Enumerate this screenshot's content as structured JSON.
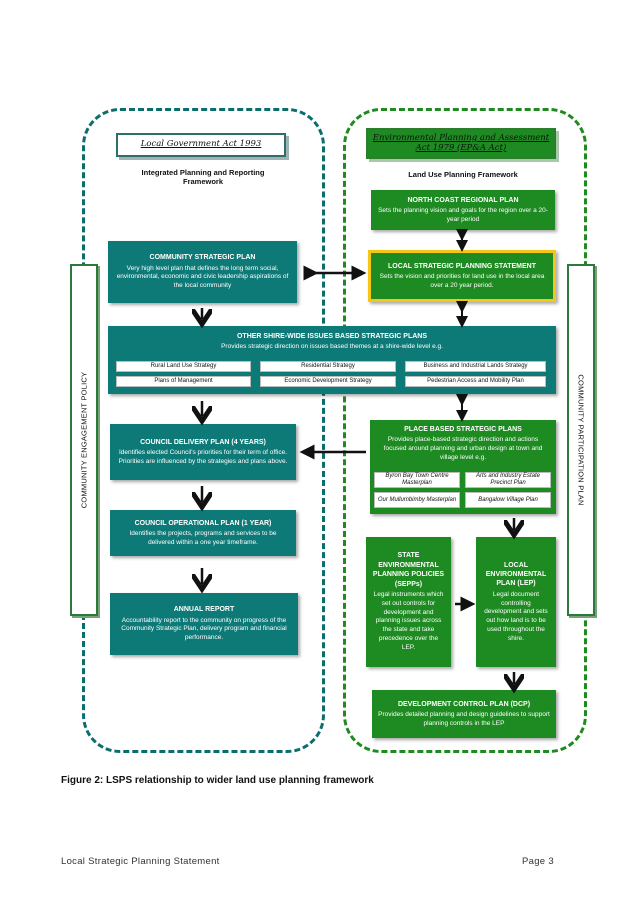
{
  "left_frame": {
    "act_title": "Local Government Act 1993",
    "framework_label": "Integrated Planning and Reporting Framework",
    "side_label": "COMMUNITY ENGAGEMENT POLICY"
  },
  "right_frame": {
    "act_title": "Environmental Planning and Assessment Act 1979 (EP&A Act)",
    "framework_label": "Land Use Planning Framework",
    "side_label": "COMMUNITY PARTICIPATION PLAN"
  },
  "boxes": {
    "csp": {
      "title": "COMMUNITY STRATEGIC PLAN",
      "body": "Very high level plan that defines the long term social, environmental, economic and civic leadership aspirations of the local community"
    },
    "ncrp": {
      "title": "NORTH COAST REGIONAL PLAN",
      "body": "Sets the planning vision and goals for the region over a 20-year period"
    },
    "lsps": {
      "title": "LOCAL STRATEGIC PLANNING STATEMENT",
      "body": "Sets the vision and priorities for land use in the local area over a 20 year period."
    },
    "other": {
      "title": "OTHER SHIRE-WIDE ISSUES BASED STRATEGIC PLANS",
      "body": "Provides strategic direction on issues based themes at a shire-wide level e.g.",
      "items": [
        "Rural Land Use Strategy",
        "Residential Strategy",
        "Business and Industrial Lands Strategy",
        "Plans of Management",
        "Economic Development Strategy",
        "Pedestrian Access and Mobility Plan"
      ]
    },
    "delivery": {
      "title": "COUNCIL DELIVERY PLAN (4 YEARS)",
      "body": "Identifies elected Council's priorities for their term of office. Priorities are influenced by the strategies and plans above."
    },
    "place": {
      "title": "PLACE BASED STRATEGIC PLANS",
      "body": "Provides place-based strategic direction and actions focused around planning and urban design at town and village level e.g.",
      "items": [
        "Byron Bay Town Centre Masterplan",
        "Arts and Industry Estate Precinct Plan",
        "Our Mullumbimby Masterplan",
        "Bangalow Village Plan"
      ]
    },
    "operational": {
      "title": "COUNCIL OPERATIONAL PLAN (1 YEAR)",
      "body": "Identifies the projects, programs and services to be delivered within a one year timeframe."
    },
    "sepp": {
      "title": "STATE ENVIRONMENTAL PLANNING POLICIES (SEPPs)",
      "body": "Legal instruments which set out controls for development and planning issues across the state and take precedence over the LEP."
    },
    "lep": {
      "title": "LOCAL ENVIRONMENTAL PLAN (LEP)",
      "body": "Legal document controlling development and sets out how land is to be used throughout the shire."
    },
    "annual": {
      "title": "ANNUAL REPORT",
      "body": "Accountability report to the community on progress of the Community Strategic Plan, delivery program and financial performance."
    },
    "dcp": {
      "title": "DEVELOPMENT CONTROL PLAN (DCP)",
      "body": "Provides detailed planning and design guidelines to support planning controls in the LEP"
    }
  },
  "caption": "Figure 2: LSPS relationship to wider land use planning framework",
  "footer": {
    "left": "Local Strategic Planning Statement",
    "right": "Page 3"
  },
  "colors": {
    "teal": "#0e7a78",
    "green": "#1e8a22",
    "highlight": "#f5c518"
  }
}
